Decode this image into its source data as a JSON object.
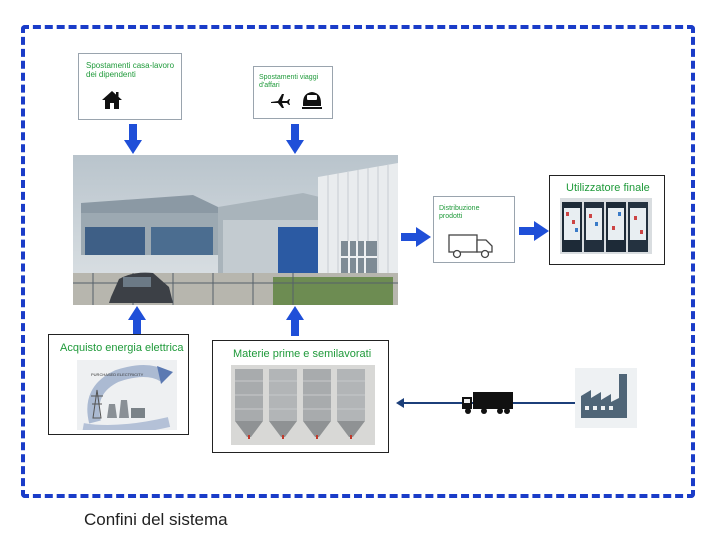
{
  "boundary": {
    "label": "Confini del sistema",
    "color": "#1a3cc8"
  },
  "nodes": {
    "commute": {
      "label": "Spostamenti casa-lavoro dei dipendenti",
      "icon": "house-icon"
    },
    "business_travel": {
      "label": "Spostamenti viaggi d'affari",
      "icon": "plane-train-icon"
    },
    "factory_photo": {
      "icon": "factory-building-photo"
    },
    "distribution": {
      "label": "Distribuzione prodotti",
      "icon": "delivery-truck-icon"
    },
    "end_user": {
      "label": "Utilizzatore finale",
      "icon": "vending-machines-photo"
    },
    "electricity": {
      "label": "Acquisto energia elettrica",
      "image_text": "PURCHASED ELECTRICITY",
      "icon": "power-plant-icon"
    },
    "materials": {
      "label": "Materie prime e semilavorati",
      "icon": "storage-silos-photo"
    },
    "supplier": {
      "icon": "supplier-factory-icon"
    },
    "transport": {
      "icon": "freight-truck-icon"
    }
  },
  "colors": {
    "arrow": "#1f4fd8",
    "label_green": "#1f9a3a",
    "thin_arrow": "#1c3f7a"
  }
}
